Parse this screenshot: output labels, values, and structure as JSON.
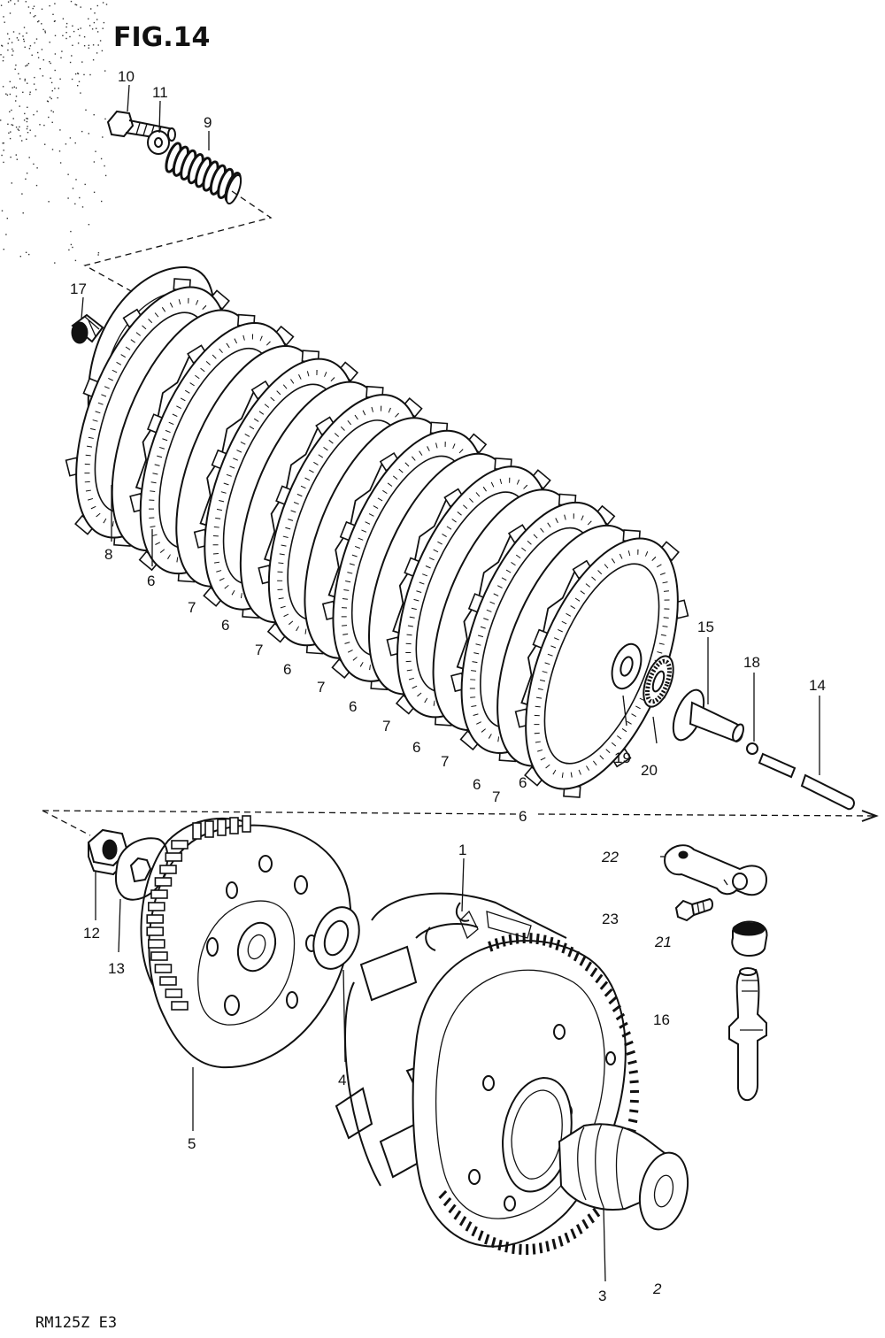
{
  "figure": {
    "title": "FIG.14",
    "model_code": "RM125Z E3",
    "page_number": "2"
  },
  "callouts": [
    {
      "id": "c10",
      "text": "10"
    },
    {
      "id": "c11",
      "text": "11"
    },
    {
      "id": "c9",
      "text": "9"
    },
    {
      "id": "c17",
      "text": "17"
    },
    {
      "id": "c8",
      "text": "8"
    },
    {
      "id": "c6a",
      "text": "6"
    },
    {
      "id": "c7a",
      "text": "7"
    },
    {
      "id": "c6b",
      "text": "6"
    },
    {
      "id": "c7b",
      "text": "7"
    },
    {
      "id": "c6c",
      "text": "6"
    },
    {
      "id": "c7c",
      "text": "7"
    },
    {
      "id": "c6d",
      "text": "6"
    },
    {
      "id": "c7d",
      "text": "7"
    },
    {
      "id": "c6e",
      "text": "6"
    },
    {
      "id": "c7e",
      "text": "7"
    },
    {
      "id": "c6f",
      "text": "6"
    },
    {
      "id": "c7f",
      "text": "7"
    },
    {
      "id": "c6g",
      "text": "6"
    },
    {
      "id": "c6h",
      "text": "6"
    },
    {
      "id": "c19",
      "text": "19"
    },
    {
      "id": "c20",
      "text": "20"
    },
    {
      "id": "c15",
      "text": "15"
    },
    {
      "id": "c18",
      "text": "18"
    },
    {
      "id": "c14",
      "text": "14"
    },
    {
      "id": "c1",
      "text": "1"
    },
    {
      "id": "c22",
      "text": "22"
    },
    {
      "id": "c23",
      "text": "23"
    },
    {
      "id": "c21",
      "text": "21"
    },
    {
      "id": "c16",
      "text": "16"
    },
    {
      "id": "c12",
      "text": "12"
    },
    {
      "id": "c13",
      "text": "13"
    },
    {
      "id": "c4",
      "text": "4"
    },
    {
      "id": "c5",
      "text": "5"
    },
    {
      "id": "c3",
      "text": "3"
    }
  ]
}
